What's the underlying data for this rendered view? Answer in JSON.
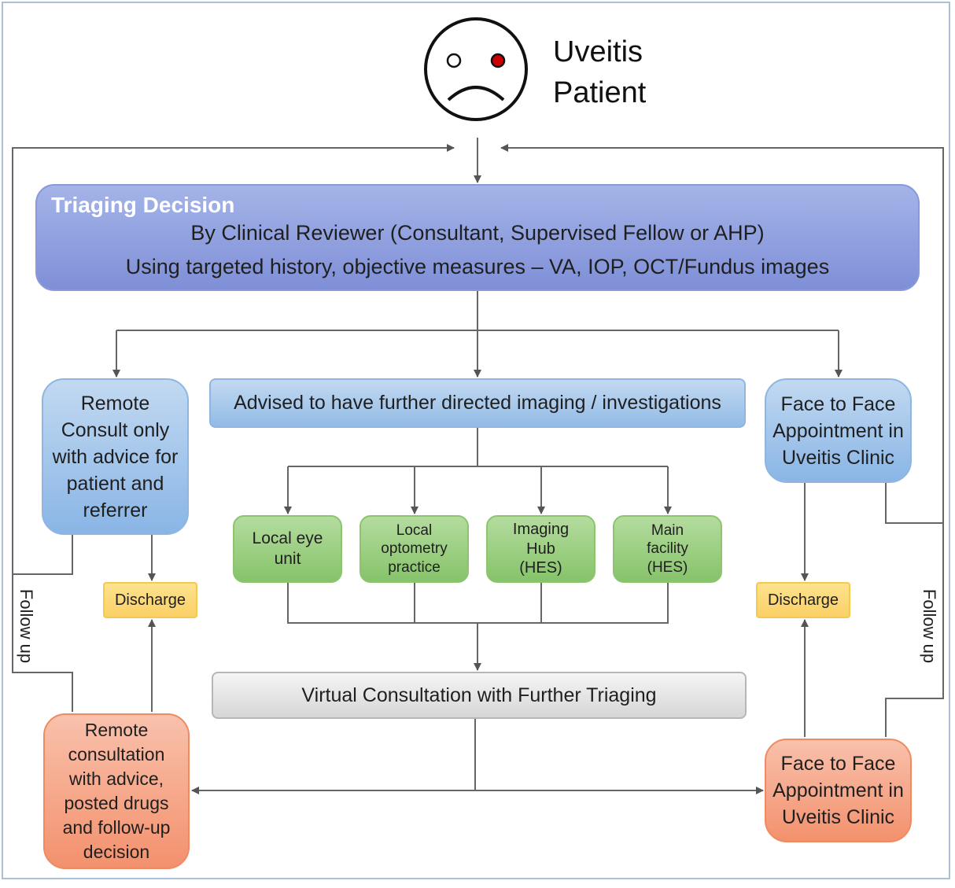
{
  "patient": {
    "title_line1": "Uveitis",
    "title_line2": "Patient",
    "icon": "sad-face-icon",
    "affected_eye_color": "#cc0000"
  },
  "triage": {
    "heading": "Triaging Decision",
    "line1": "By Clinical Reviewer (Consultant, Supervised Fellow or AHP)",
    "line2": "Using targeted history, objective measures – VA, IOP, OCT/Fundus images"
  },
  "remote_consult": {
    "label": "Remote Consult only with advice for patient and referrer"
  },
  "imaging_advice": {
    "label": "Advised to have further directed imaging / investigations"
  },
  "face_to_face_top": {
    "label": "Face to Face Appointment in Uveitis Clinic"
  },
  "imaging_options": {
    "local_eye_unit": "Local eye unit",
    "local_optometry": "Local optometry practice",
    "imaging_hub": "Imaging Hub (HES)",
    "main_facility": "Main facility (HES)"
  },
  "discharge_left": "Discharge",
  "discharge_right": "Discharge",
  "virtual_consult": {
    "label": "Virtual Consultation with Further Triaging"
  },
  "remote_consultation_bottom": {
    "label": "Remote consultation with advice, posted drugs and follow-up decision"
  },
  "face_to_face_bottom": {
    "label": "Face to Face Appointment in Uveitis Clinic"
  },
  "follow_up_left": "Follow up",
  "follow_up_right": "Follow up",
  "colors": {
    "triage_fill": "#8f9fdf",
    "blue_fill": "#a9c9ec",
    "green_fill": "#9ccf84",
    "orange_fill": "#f5a686",
    "yellow_fill": "#fcd978",
    "grey_fill": "#e4e4e4",
    "connector": "#555555"
  }
}
